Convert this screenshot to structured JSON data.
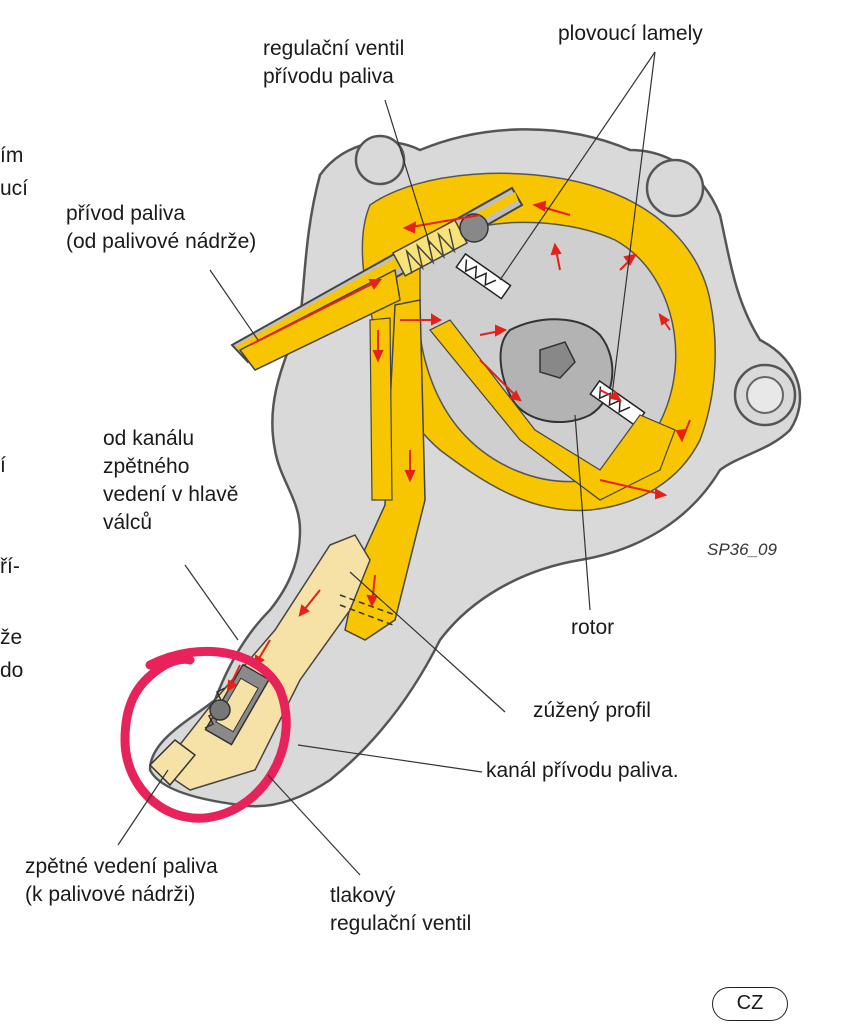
{
  "left_fragments": [
    "ím",
    "ucí",
    "í",
    "ří-",
    "že",
    "do"
  ],
  "labels": {
    "regulacni_ventil": "regulační ventil\npřívodu paliva",
    "plovouci_lamely": "plovoucí lamely",
    "privod_paliva": "přívod paliva\n(od palivové nádrže)",
    "od_kanalu": "od kanálu\nzpětného\nvedení v hlavě\nválců",
    "rotor": "rotor",
    "zuzeny_profil": "zúžený profil",
    "kanal_privodu": "kanál přívodu paliva.",
    "zpetne_vedeni": "zpětné vedení paliva\n(k palivové nádrži)",
    "tlakovy": "tlakový\nregulační ventil"
  },
  "figure_code": "SP36_09",
  "badge": "CZ",
  "colors": {
    "housing": "#d9d9d9",
    "housing_stroke": "#555555",
    "fuel": "#f7c600",
    "fuel_light": "#fbe58a",
    "return_fuel": "#f6e2a6",
    "arrow": "#e8201a",
    "highlight": "#e8225a",
    "leader": "#333333"
  }
}
